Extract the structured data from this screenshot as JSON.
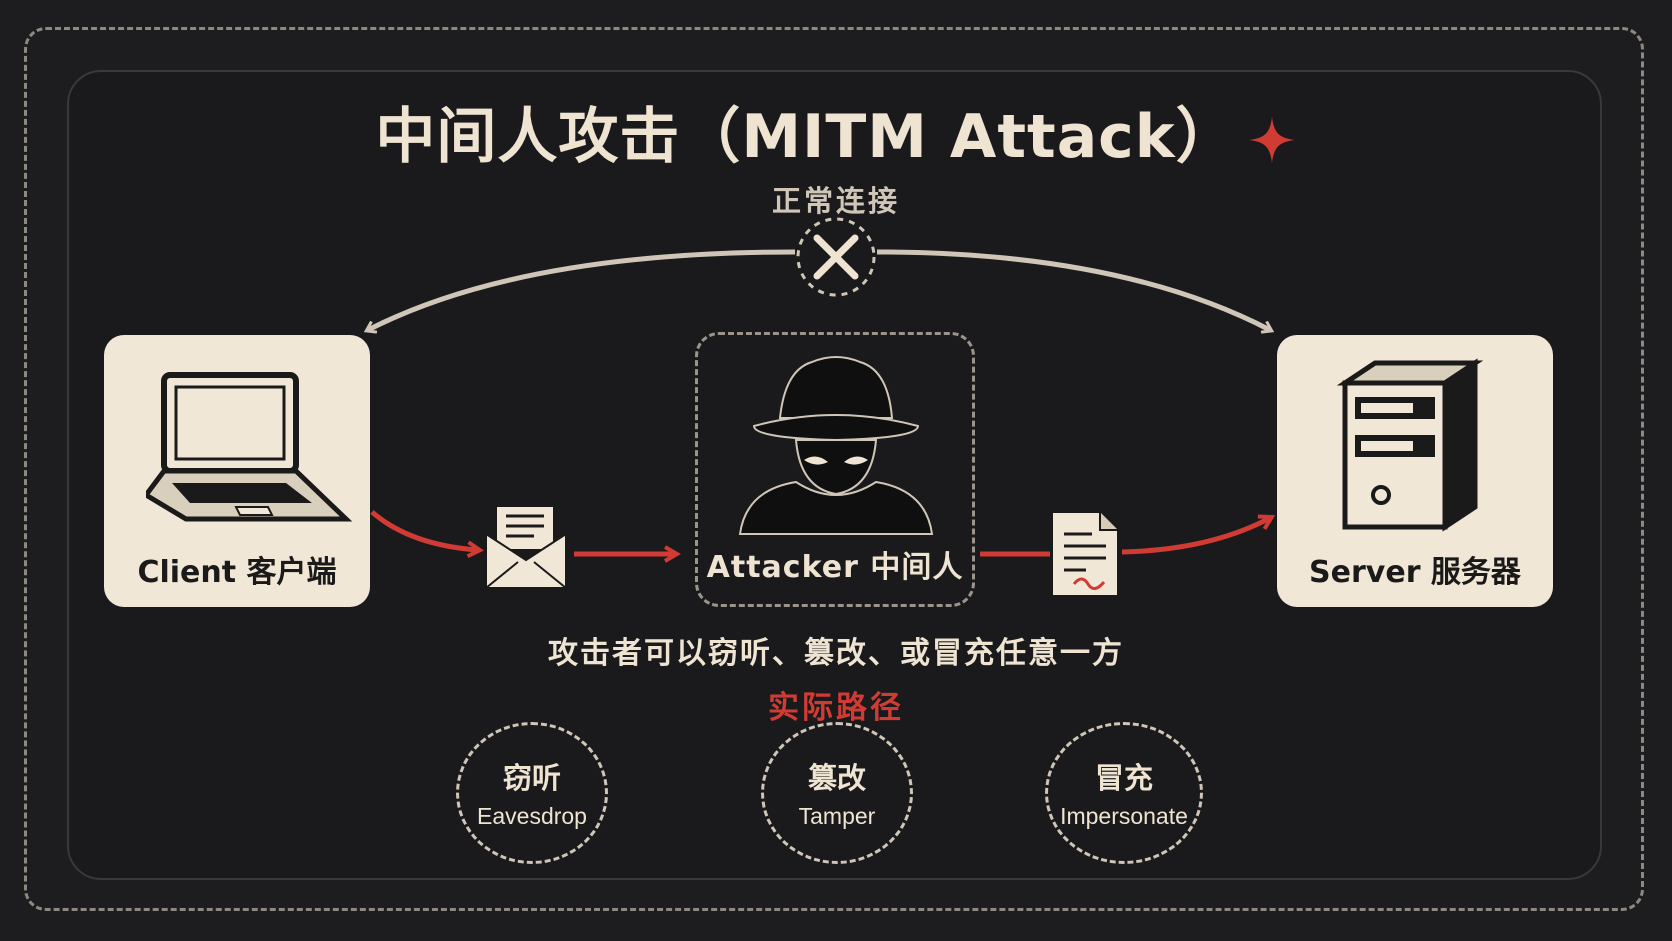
{
  "title": "中间人攻击（MITM Attack）",
  "normal_connection_label": "正常连接",
  "nodes": {
    "client": {
      "label": "Client 客户端"
    },
    "attacker": {
      "label": "Attacker 中间人"
    },
    "server": {
      "label": "Server 服务器"
    }
  },
  "caption": "攻击者可以窃听、篡改、或冒充任意一方",
  "actual_path_label": "实际路径",
  "attack_types": [
    {
      "zh": "窃听",
      "en": "Eavesdrop"
    },
    {
      "zh": "篡改",
      "en": "Tamper"
    },
    {
      "zh": "冒充",
      "en": "Impersonate"
    }
  ],
  "colors": {
    "background": "#1d1c1e",
    "card": "#f1e7d6",
    "text": "#efe4d2",
    "accent_red": "#d03b34",
    "muted_line": "#cfc6b8"
  },
  "icons": [
    "sparkle-icon",
    "blocked-x-icon",
    "laptop-icon",
    "envelope-icon",
    "spy-icon",
    "document-icon",
    "server-icon"
  ]
}
